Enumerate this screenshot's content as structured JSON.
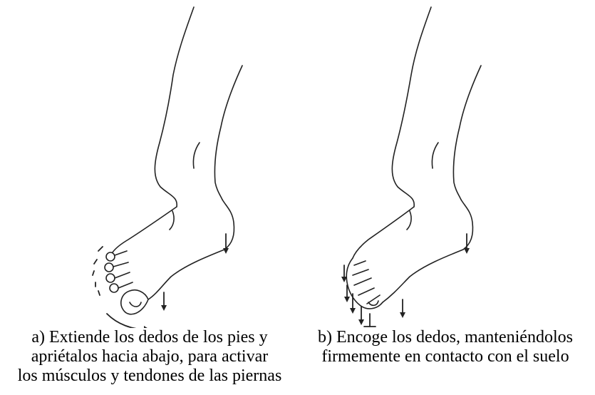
{
  "figures": [
    {
      "id": "a",
      "caption_lines": [
        "a) Extiende los dedos de los pies y",
        "apriétalos hacia abajo, para activar",
        "los músculos y tendones de las piernas"
      ]
    },
    {
      "id": "b",
      "caption_lines": [
        "b) Encoge los dedos, manteniéndolos",
        "firmemente en contacto con el suelo"
      ]
    }
  ]
}
